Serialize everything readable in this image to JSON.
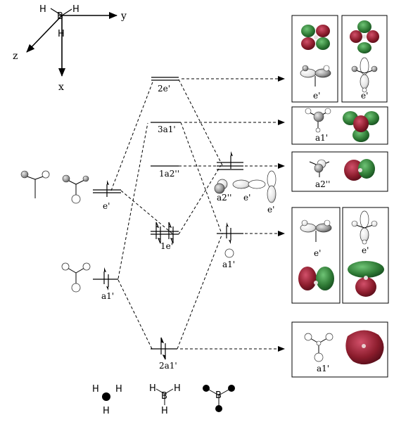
{
  "axes": {
    "h_left": "H",
    "b_center": "B",
    "h_right": "H",
    "h_below": "H",
    "y": "y",
    "z": "z",
    "x": "x"
  },
  "levels": {
    "l_2e": "2e'",
    "l_3a1": "3a1'",
    "l_1a2": "1a2''",
    "l_1e": "1e'",
    "l_2a1": "2a1'"
  },
  "left_labels": {
    "e": "e'",
    "a1": "a1'"
  },
  "right_labels": {
    "a2": "a2''",
    "e1": "e'",
    "e2": "e'",
    "a1": "a1'"
  },
  "boxes": {
    "box1_e1": "e'",
    "box1_e2": "e'",
    "box2_a1": "a1'",
    "box3_a2": "a2''",
    "box4_e1": "e'",
    "box4_e2": "e'",
    "box5_a1": "a1'"
  },
  "legend": {
    "h1": "H",
    "h2": "H",
    "h3": "H",
    "b_center": "B",
    "h4": "H",
    "h5": "H",
    "h6": "H",
    "b_center2": "B"
  },
  "colors": {
    "positive_lobe": "#2f7a35",
    "negative_lobe": "#8b1c2c",
    "line": "#000000"
  }
}
